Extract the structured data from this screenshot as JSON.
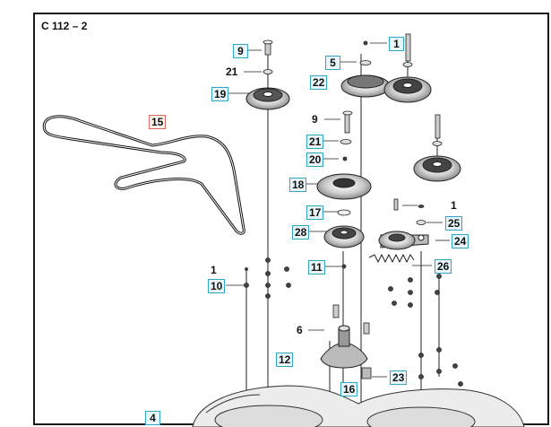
{
  "diagram": {
    "title": "C 112 – 2",
    "colors": {
      "frame": "#1a1a1a",
      "callout_border": "#2fa6c4",
      "callout_highlight": "#e0675a",
      "line": "#222222"
    },
    "callouts": [
      {
        "id": "c9a",
        "text": "9",
        "style": "box"
      },
      {
        "id": "c21a",
        "text": "21",
        "style": "plain"
      },
      {
        "id": "c19",
        "text": "19",
        "style": "box"
      },
      {
        "id": "c1a",
        "text": "1",
        "style": "box"
      },
      {
        "id": "c5",
        "text": "5",
        "style": "box"
      },
      {
        "id": "c22",
        "text": "22",
        "style": "box"
      },
      {
        "id": "c15",
        "text": "15",
        "style": "box red"
      },
      {
        "id": "c9b",
        "text": "9",
        "style": "plain"
      },
      {
        "id": "c21b",
        "text": "21",
        "style": "box"
      },
      {
        "id": "c20",
        "text": "20",
        "style": "box"
      },
      {
        "id": "c18",
        "text": "18",
        "style": "box"
      },
      {
        "id": "c17",
        "text": "17",
        "style": "box"
      },
      {
        "id": "c1b",
        "text": "1",
        "style": "plain"
      },
      {
        "id": "c25",
        "text": "25",
        "style": "box"
      },
      {
        "id": "c28",
        "text": "28",
        "style": "box"
      },
      {
        "id": "c24",
        "text": "24",
        "style": "box"
      },
      {
        "id": "c11",
        "text": "11",
        "style": "box"
      },
      {
        "id": "c26",
        "text": "26",
        "style": "box"
      },
      {
        "id": "c1c",
        "text": "1",
        "style": "plain"
      },
      {
        "id": "c10",
        "text": "10",
        "style": "box"
      },
      {
        "id": "c6",
        "text": "6",
        "style": "plain"
      },
      {
        "id": "c12",
        "text": "12",
        "style": "box"
      },
      {
        "id": "c23",
        "text": "23",
        "style": "box"
      },
      {
        "id": "c16",
        "text": "16",
        "style": "box"
      },
      {
        "id": "c4",
        "text": "4",
        "style": "box"
      }
    ]
  }
}
